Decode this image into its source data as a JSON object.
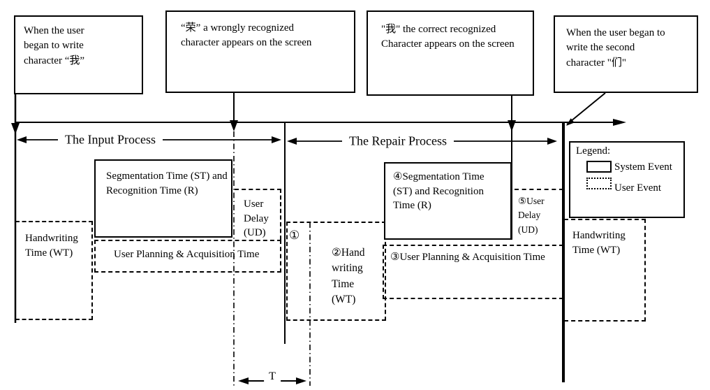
{
  "annotations": [
    {
      "text": "When the user began to write character “我”"
    },
    {
      "text": "“荣” a wrongly recognized character appears on the screen"
    },
    {
      "text": "\"我\" the correct recognized Character appears on the screen"
    },
    {
      "text": "When the user began to write the second character \"们\""
    }
  ],
  "processes": {
    "input": "The Input Process",
    "repair": "The Repair Process"
  },
  "segments": {
    "handwriting1": "Handwriting Time (WT)",
    "seg_recog1": "Segmentation Time (ST) and Recognition Time (R)",
    "user_delay1": "User Delay (UD)",
    "planning1": "User Planning & Acquisition Time",
    "marker1": "①",
    "handwriting2": "②Hand writing Time (WT)",
    "planning2": "③User Planning & Acquisition Time",
    "seg_recog2": "④Segmentation Time (ST) and Recognition Time (R)",
    "user_delay2": "⑤User Delay (UD)",
    "handwriting3": "Handwriting Time (WT)",
    "t_marker": "T"
  },
  "legend": {
    "title": "Legend:",
    "system_event": "System Event",
    "user_event": "User Event"
  },
  "colors": {
    "ink": "#000000",
    "background": "#ffffff"
  }
}
